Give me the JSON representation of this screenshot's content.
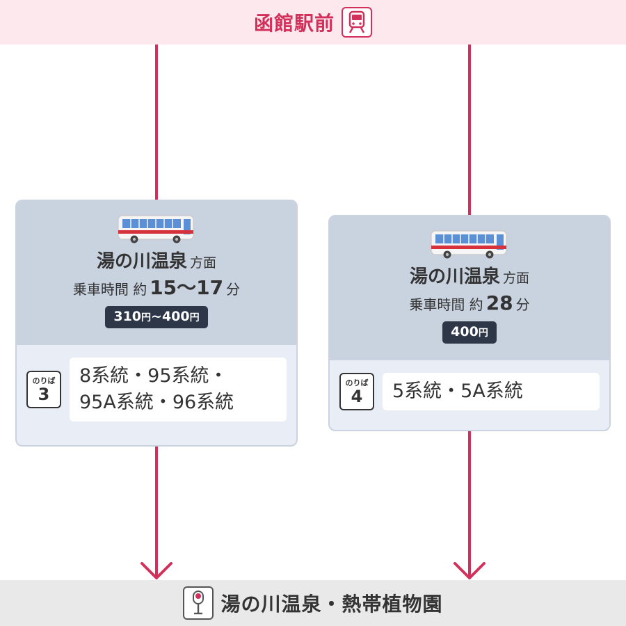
{
  "origin": {
    "name": "函館駅前",
    "icon": "train-icon"
  },
  "destination": {
    "name": "湯の川温泉・熱帯植物園",
    "icon": "bus-stop-icon"
  },
  "routes": [
    {
      "direction": "湯の川温泉",
      "direction_suffix": "方面",
      "time_label": "乗車時間 約",
      "time_value": "15〜17",
      "time_unit": "分",
      "fare_min": "310",
      "fare_sep": "~",
      "fare_max": "400",
      "fare_unit": "円",
      "platform_label": "のりば",
      "platform_number": "3",
      "route_lines": [
        "8系統・95系統・",
        "95A系統・96系統"
      ]
    },
    {
      "direction": "湯の川温泉",
      "direction_suffix": "方面",
      "time_label": "乗車時間 約",
      "time_value": "28",
      "time_unit": "分",
      "fare": "400",
      "fare_unit": "円",
      "platform_label": "のりば",
      "platform_number": "4",
      "route_lines": [
        "5系統・5A系統"
      ]
    }
  ],
  "colors": {
    "accent": "#d22f5a",
    "card": "#c9d2df",
    "card_bottom": "#e9edf5",
    "badge": "#2d3748"
  }
}
